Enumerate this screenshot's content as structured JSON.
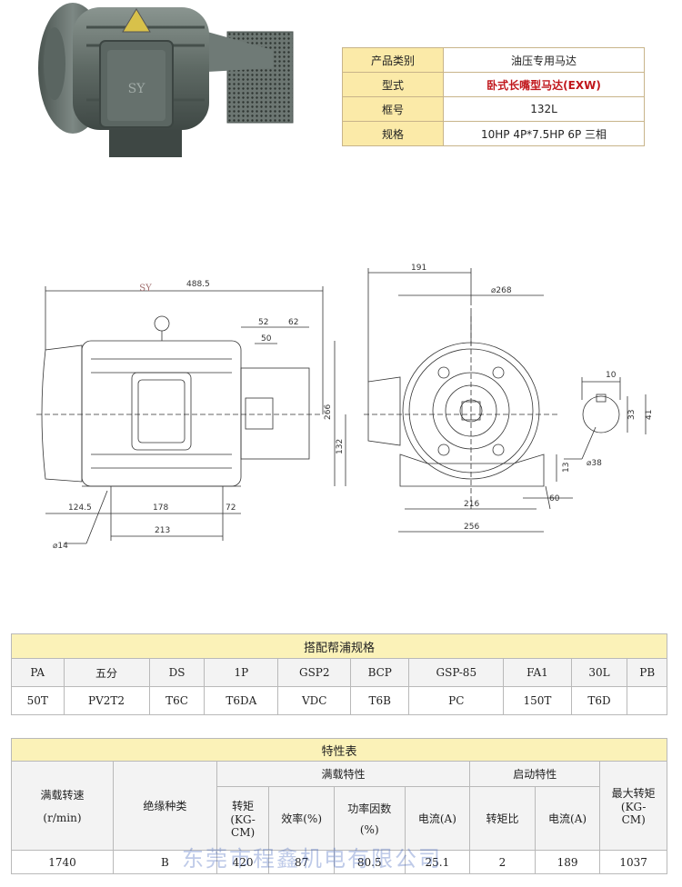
{
  "spec_table": {
    "rows": [
      {
        "label": "产品类别",
        "value": "油压专用马达"
      },
      {
        "label": "型式",
        "value": "卧式长嘴型马达(EXW)"
      },
      {
        "label": "框号",
        "value": "132L"
      },
      {
        "label": "规格",
        "value": "10HP 4P*7.5HP 6P 三相"
      }
    ]
  },
  "photo": {
    "badge": "SY"
  },
  "drawing": {
    "left": {
      "dims": [
        "488.5",
        "52",
        "62",
        "50",
        "266",
        "132",
        "124.5",
        "178",
        "72",
        "213",
        "⌀14"
      ],
      "badge": "SY"
    },
    "right": {
      "dims": [
        "191",
        "⌀268",
        "216",
        "256",
        "60",
        "13"
      ]
    },
    "shaft": {
      "dims": [
        "10",
        "33",
        "41",
        "⌀38"
      ]
    }
  },
  "pump_table": {
    "title": "搭配帮浦规格",
    "headers": [
      "PA",
      "五分",
      "DS",
      "1P",
      "GSP2",
      "BCP",
      "GSP-85",
      "FA1",
      "30L",
      "PB"
    ],
    "values": [
      "50T",
      "PV2T2",
      "T6C",
      "T6DA",
      "VDC",
      "T6B",
      "PC",
      "150T",
      "T6D",
      ""
    ]
  },
  "char_table": {
    "title": "特性表",
    "speed": "满载转速",
    "speed_unit": "(r/min)",
    "insulation": "绝缘种类",
    "full_load": "满载特性",
    "torque": "转矩",
    "torque_unit1": "(KG-",
    "torque_unit2": "CM)",
    "efficiency": "效率(%)",
    "power_factor": "功率因数",
    "pf_unit": "(%)",
    "current": "电流(A)",
    "start": "启动特性",
    "torque_ratio": "转矩比",
    "start_current": "电流(A)",
    "max_torque": "最大转矩",
    "max_unit1": "(KG-",
    "max_unit2": "CM)",
    "row": [
      "1740",
      "B",
      "420",
      "87",
      "80.5",
      "25.1",
      "2",
      "189",
      "1037"
    ]
  },
  "watermark": "东莞市程鑫机电有限公司"
}
